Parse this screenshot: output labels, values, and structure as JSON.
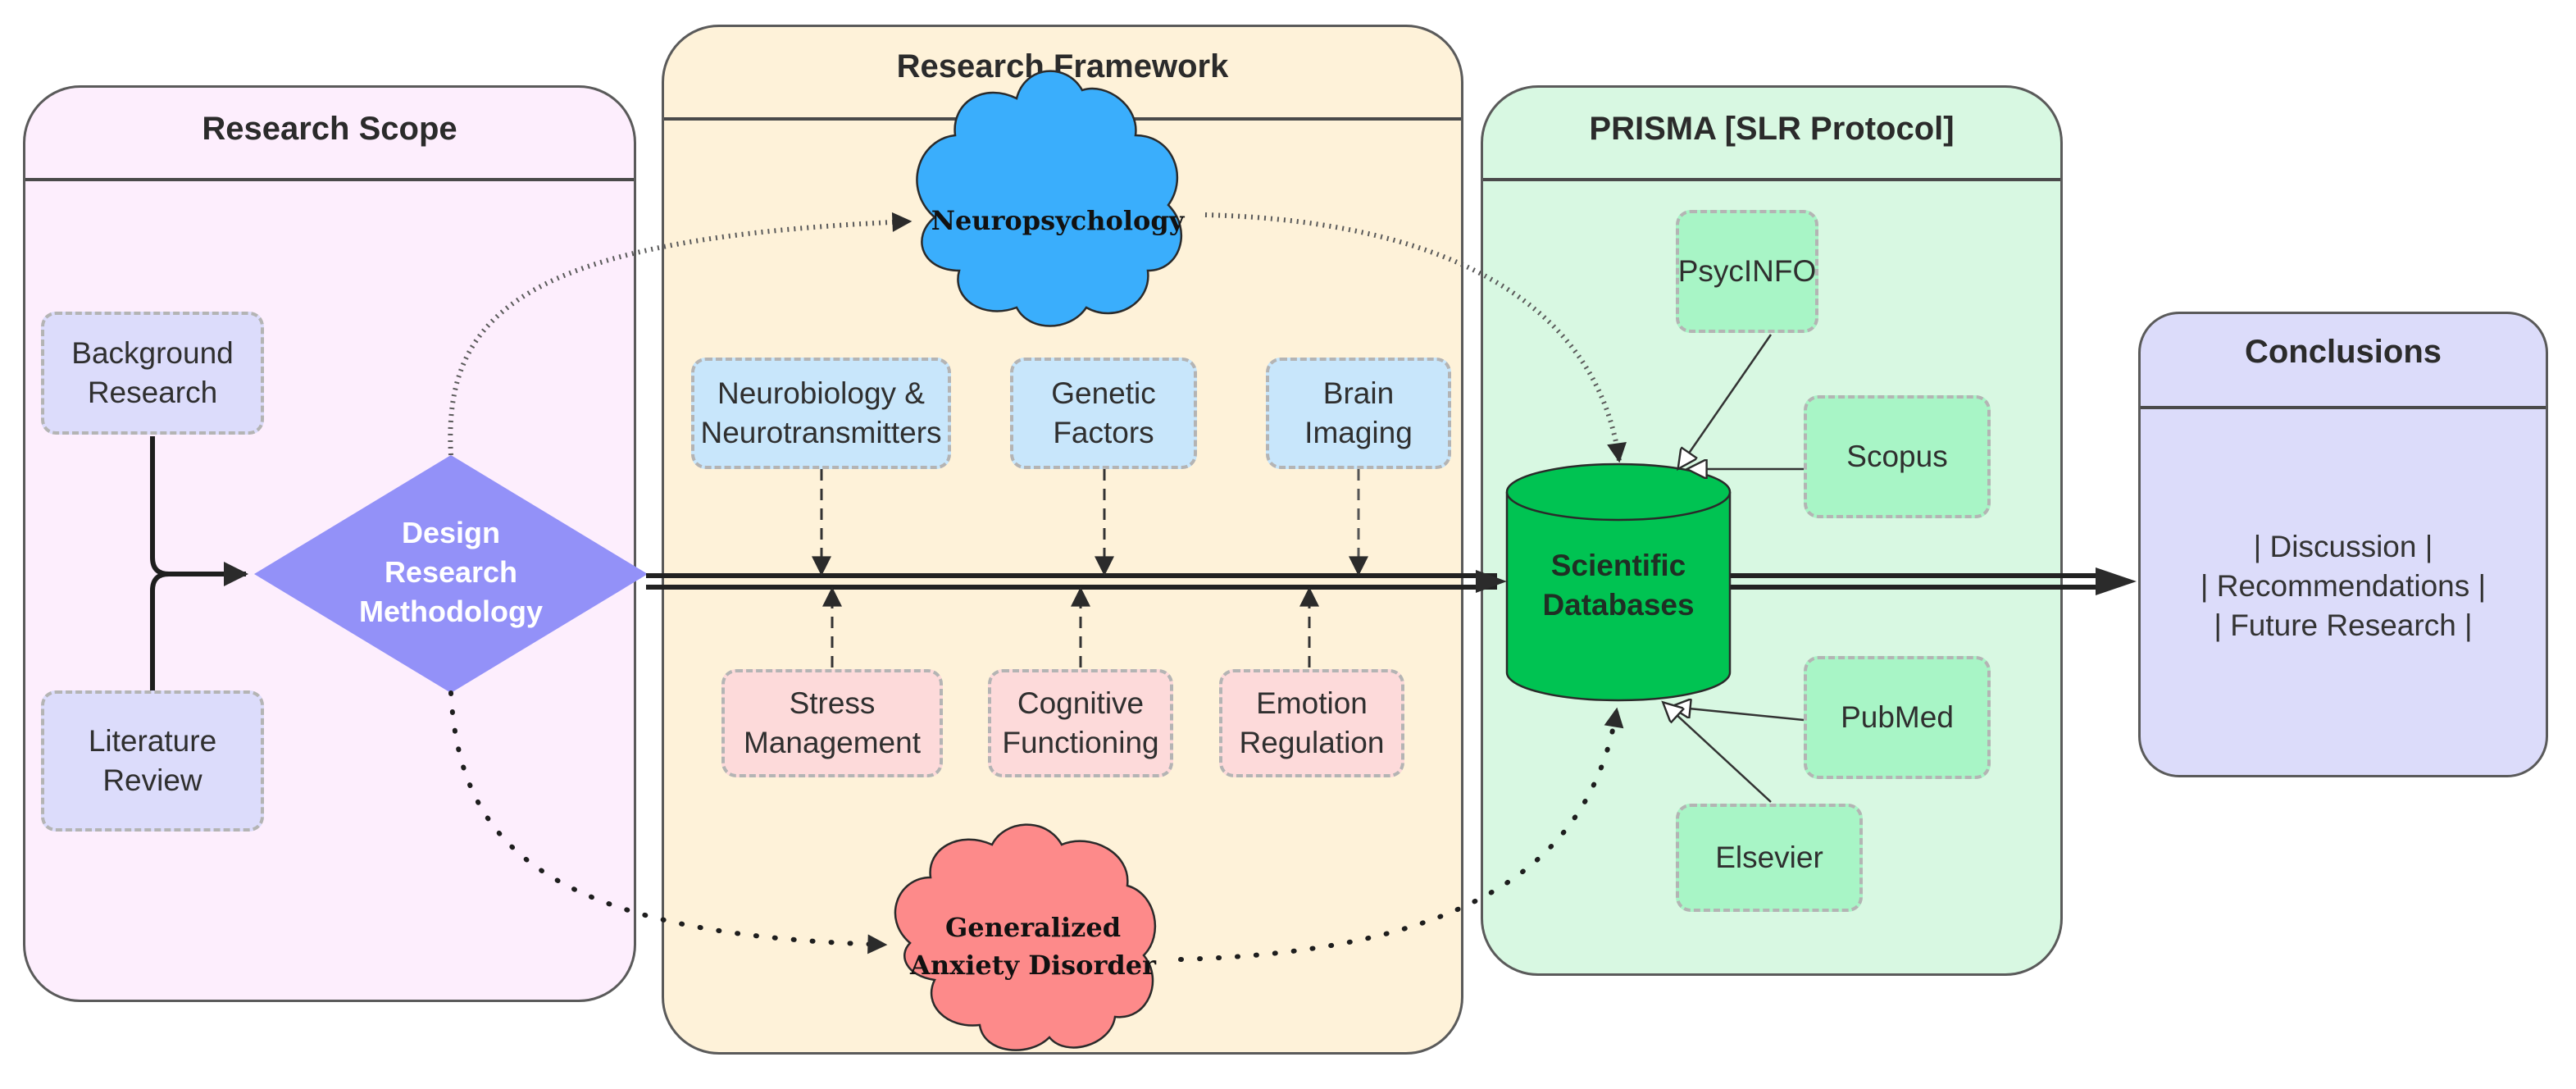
{
  "colors": {
    "scope_bg": "#fdeefd",
    "framework_bg": "#fef2d9",
    "prisma_bg": "#d8f8e2",
    "conclusions_bg": "#dcdcfa",
    "diamond": "#9391f8",
    "cloud_blue": "#3aaefc",
    "cloud_red": "#fd8a8a",
    "database": "#00c352"
  },
  "panels": {
    "scope": {
      "title": "Research Scope"
    },
    "framework": {
      "title": "Research Framework"
    },
    "prisma": {
      "title": "PRISMA [SLR Protocol]"
    },
    "conclusions": {
      "title": "Conclusions",
      "body": "| Discussion |\n| Recommendations |\n| Future Research |"
    }
  },
  "scope_nodes": {
    "background": "Background\nResearch",
    "literature": "Literature\nReview",
    "design": "Design\nResearch\nMethodology"
  },
  "framework_nodes": {
    "cloud_top": "Neuropsychology",
    "cloud_bottom": "Generalized\nAnxiety Disorder",
    "top_factors": [
      "Neurobiology &\nNeurotransmitters",
      "Genetic\nFactors",
      "Brain\nImaging"
    ],
    "bottom_factors": [
      "Stress\nManagement",
      "Cognitive\nFunctioning",
      "Emotion\nRegulation"
    ]
  },
  "prisma_nodes": {
    "database": "Scientific\nDatabases",
    "sources": [
      "PsycINFO",
      "Scopus",
      "PubMed",
      "Elsevier"
    ]
  }
}
